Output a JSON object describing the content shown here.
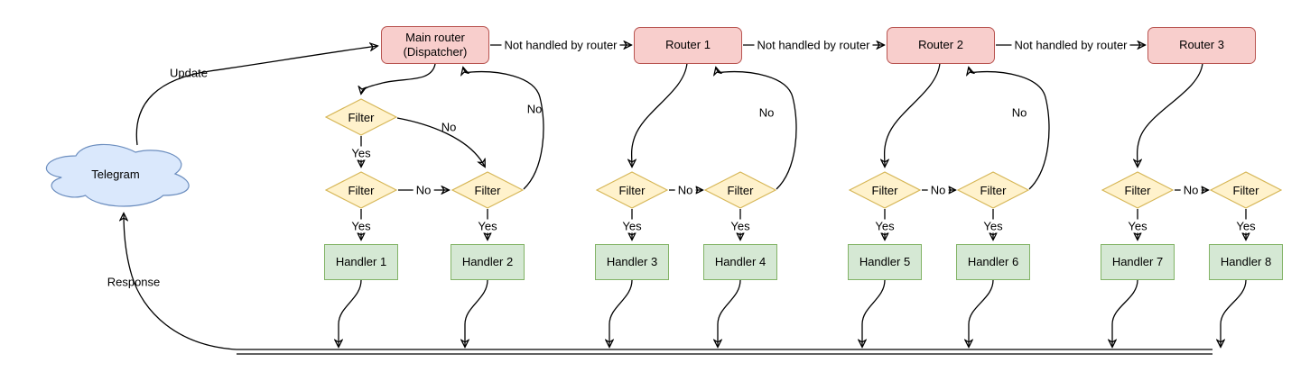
{
  "cloud": {
    "label": "Telegram"
  },
  "routers": [
    {
      "title": "Main router",
      "subtitle": "(Dispatcher)"
    },
    {
      "title": "Router 1"
    },
    {
      "title": "Router 2"
    },
    {
      "title": "Router 3"
    }
  ],
  "filter_label": "Filter",
  "handlers": [
    "Handler 1",
    "Handler 2",
    "Handler 3",
    "Handler 4",
    "Handler 5",
    "Handler 6",
    "Handler 7",
    "Handler 8"
  ],
  "edge_labels": {
    "update": "Update",
    "response": "Response",
    "not_handled": "Not handled by router",
    "yes": "Yes",
    "no": "No"
  },
  "colors": {
    "router_fill": "#f8cecc",
    "router_border": "#b85450",
    "filter_fill": "#fff2cc",
    "filter_border": "#d6b656",
    "handler_fill": "#d5e8d4",
    "handler_border": "#82b366",
    "cloud_fill": "#dae8fc",
    "cloud_border": "#6c8ebf",
    "line": "#000000"
  }
}
